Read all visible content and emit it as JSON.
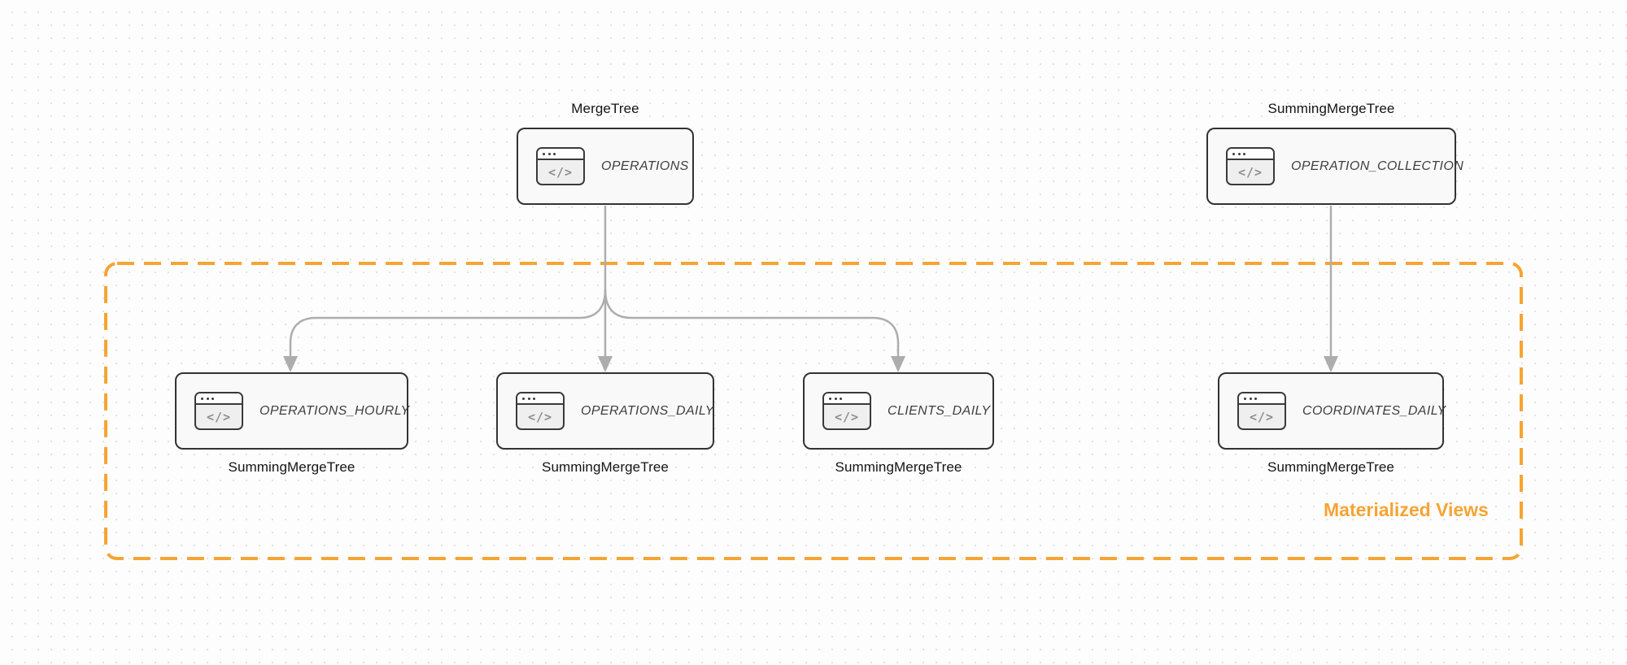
{
  "diagram": {
    "group_label": "Materialized Views",
    "icon_glyph": "</>",
    "nodes": [
      {
        "name": "OPERATIONS",
        "engine": "MergeTree",
        "engine_label_position": "above",
        "icon": "code-window-icon"
      },
      {
        "name": "OPERATION_COLLECTION",
        "engine": "SummingMergeTree",
        "engine_label_position": "above",
        "icon": "code-window-icon"
      },
      {
        "name": "OPERATIONS_HOURLY",
        "engine": "SummingMergeTree",
        "engine_label_position": "below",
        "icon": "code-window-icon"
      },
      {
        "name": "OPERATIONS_DAILY",
        "engine": "SummingMergeTree",
        "engine_label_position": "below",
        "icon": "code-window-icon"
      },
      {
        "name": "CLIENTS_DAILY",
        "engine": "SummingMergeTree",
        "engine_label_position": "below",
        "icon": "code-window-icon"
      },
      {
        "name": "COORDINATES_DAILY",
        "engine": "SummingMergeTree",
        "engine_label_position": "below",
        "icon": "code-window-icon"
      }
    ],
    "edges": [
      {
        "from": "OPERATIONS",
        "to": "OPERATIONS_HOURLY"
      },
      {
        "from": "OPERATIONS",
        "to": "OPERATIONS_DAILY"
      },
      {
        "from": "OPERATIONS",
        "to": "CLIENTS_DAILY"
      },
      {
        "from": "OPERATION_COLLECTION",
        "to": "COORDINATES_DAILY"
      }
    ],
    "colors": {
      "accent_orange": "#f6a433",
      "arrow_gray": "#adadad",
      "node_border": "#333333",
      "node_fill": "#f8f9f8",
      "dot_grid": "#e3e3e3"
    }
  }
}
